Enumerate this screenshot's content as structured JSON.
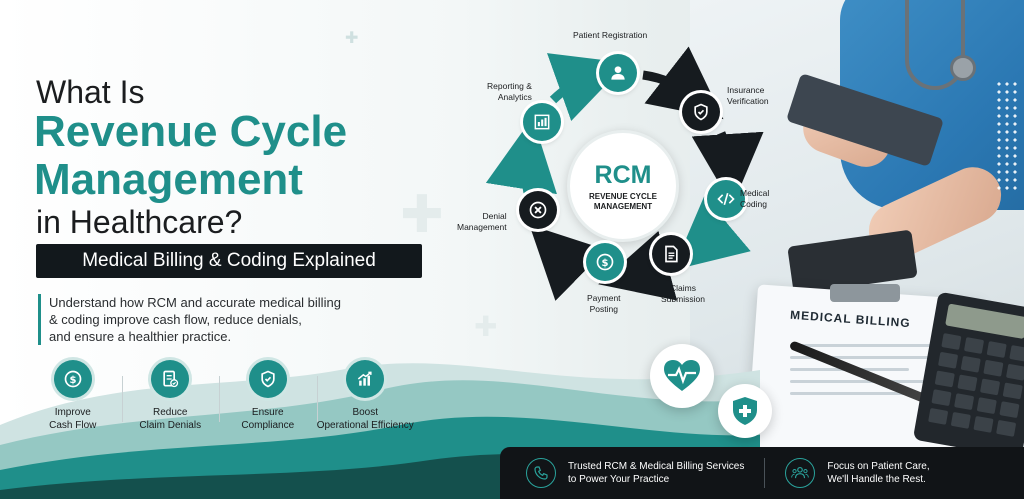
{
  "headline": {
    "line1": "What Is",
    "line2a": "Revenue Cycle",
    "line2b": "Management",
    "line3": "in Healthcare?"
  },
  "banner": "Medical Billing & Coding Explained",
  "description": {
    "line1": "Understand how RCM and accurate medical billing",
    "line2": "& coding improve cash flow, reduce denials,",
    "line3": "and ensure a healthier practice."
  },
  "benefits": [
    {
      "line1": "Improve",
      "line2": "Cash Flow",
      "icon": "dollar-icon"
    },
    {
      "line1": "Reduce",
      "line2": "Claim Denials",
      "icon": "checklist-icon"
    },
    {
      "line1": "Ensure",
      "line2": "Compliance",
      "icon": "shield-check-icon"
    },
    {
      "line1": "Boost",
      "line2": "Operational Efficiency",
      "icon": "growth-chart-icon"
    }
  ],
  "cycle": {
    "center_title": "RCM",
    "center_sub1": "REVENUE CYCLE",
    "center_sub2": "MANAGEMENT",
    "steps": [
      {
        "line1": "Patient Registration",
        "line2": "",
        "icon": "user-icon"
      },
      {
        "line1": "Insurance",
        "line2": "Verification",
        "icon": "shield-check-icon"
      },
      {
        "line1": "Medical",
        "line2": "Coding",
        "icon": "code-icon"
      },
      {
        "line1": "Claims",
        "line2": "Submission",
        "icon": "document-icon"
      },
      {
        "line1": "Payment",
        "line2": "Posting",
        "icon": "dollar-icon"
      },
      {
        "line1": "Denial",
        "line2": "Management",
        "icon": "close-icon"
      },
      {
        "line1": "Reporting &",
        "line2": "Analytics",
        "icon": "bar-chart-icon"
      }
    ]
  },
  "photo": {
    "document_title": "MEDICAL BILLING"
  },
  "footer": {
    "item1_line1": "Trusted RCM & Medical Billing Services",
    "item1_line2": "to Power Your Practice",
    "item2_line1": "Focus on Patient Care,",
    "item2_line2": "We'll Handle the Rest."
  },
  "colors": {
    "teal": "#1f8f8a",
    "dark": "#12181c",
    "background": "#f4f7f7"
  }
}
